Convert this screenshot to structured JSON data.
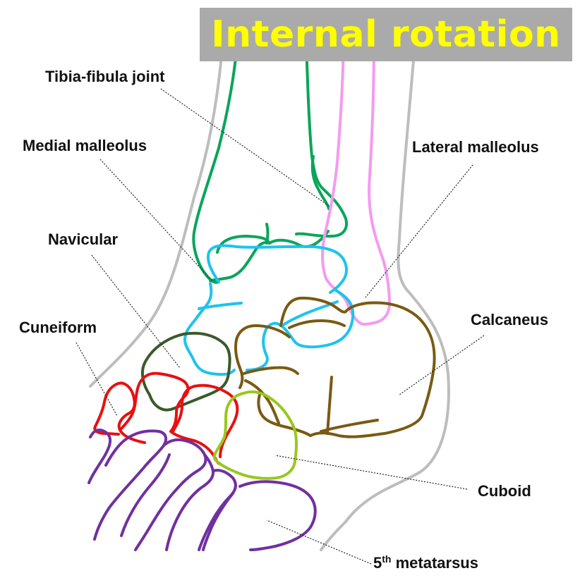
{
  "title": "Internal rotation",
  "labels": {
    "tibia_fibula_joint": "Tibia-fibula joint",
    "medial_malleolus": "Medial malleolus",
    "lateral_malleolus": "Lateral malleolus",
    "navicular": "Navicular",
    "cuneiform": "Cuneiform",
    "calcaneus": "Calcaneus",
    "cuboid": "Cuboid",
    "fifth_metatarsus_number": "5",
    "fifth_metatarsus_suffix": "th",
    "fifth_metatarsus_text": " metatarsus"
  },
  "colors": {
    "banner_bg": "#aaaaaa",
    "title_text": "#ffff00",
    "skin_outline": "#bdbdbd",
    "tibia": "#0aa55a",
    "fibula": "#f59af0",
    "talus": "#1ec3ee",
    "calcaneus": "#7a5a12",
    "navicular": "#3a5a2a",
    "cuneiform": "#e81010",
    "cuboid": "#98c81e",
    "metatarsus": "#7030a0"
  }
}
